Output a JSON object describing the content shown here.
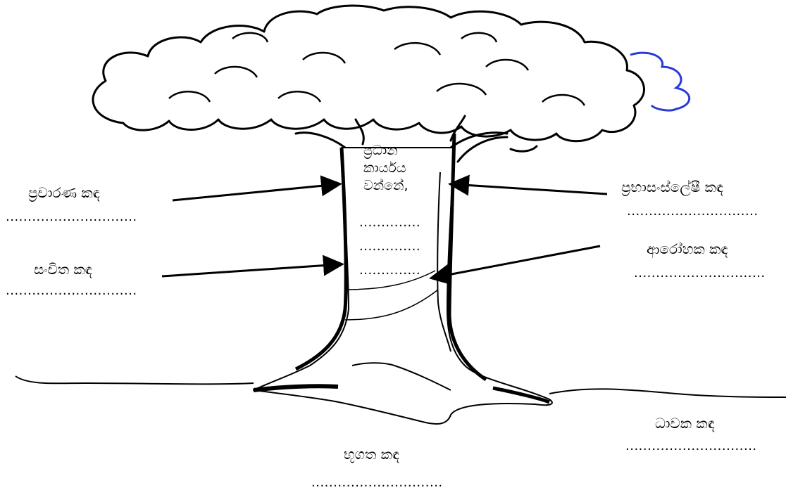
{
  "labels": {
    "left_top": "ප්‍රචාරණ කඳ",
    "left_mid": "සංචිත කඳ",
    "right_top": "ප්‍රභාසංස්ලේෂී කඳ",
    "right_mid": "ආරෝහක කඳ",
    "right_bottom": "ධාවක කඳ",
    "bottom": "භූගත කඳ"
  },
  "center": {
    "line1": "ප්‍රධාන",
    "line2": "කාර්යය",
    "line3": "වන්නේ,"
  },
  "blank": "..............................",
  "blank_short": ".............."
}
